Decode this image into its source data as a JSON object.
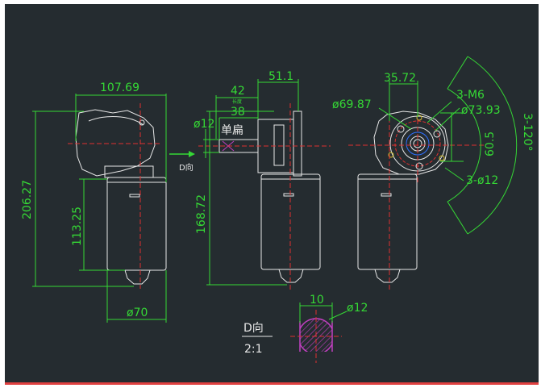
{
  "colors": {
    "background": "#252c30",
    "frame_outer": "#ffffff",
    "bottom_bar": "#e04040",
    "dimension": "#35d835",
    "outline": "#e8e8e8",
    "centerline": "#e03030",
    "arrow": "#35d835",
    "hatch": "#c040c0",
    "accent_blue": "#3070ff",
    "accent_yellow": "#d8c030"
  },
  "side_view": {
    "dim_width_top": "107.69",
    "dim_height_total": "206.27",
    "dim_body_height": "113.25",
    "dim_body_diameter": "ø70"
  },
  "front_view": {
    "dim_51": "51.1",
    "dim_42": "42",
    "dim_42_sub": "长度",
    "dim_38": "38",
    "dim_shaft_dia": "ø12",
    "label_flat": "单扁",
    "dim_height": "168.72",
    "direction_label": "D向"
  },
  "right_view": {
    "dim_35": "35.72",
    "dim_69": "ø69.87",
    "dim_73": "ø73.93",
    "dim_m6": "3-M6",
    "dim_60": "60.5",
    "dim_holes": "3-ø12",
    "dim_angle": "3-120°"
  },
  "detail_view": {
    "title": "D向",
    "scale": "2:1",
    "dim_flat": "10",
    "dim_dia": "ø12"
  }
}
